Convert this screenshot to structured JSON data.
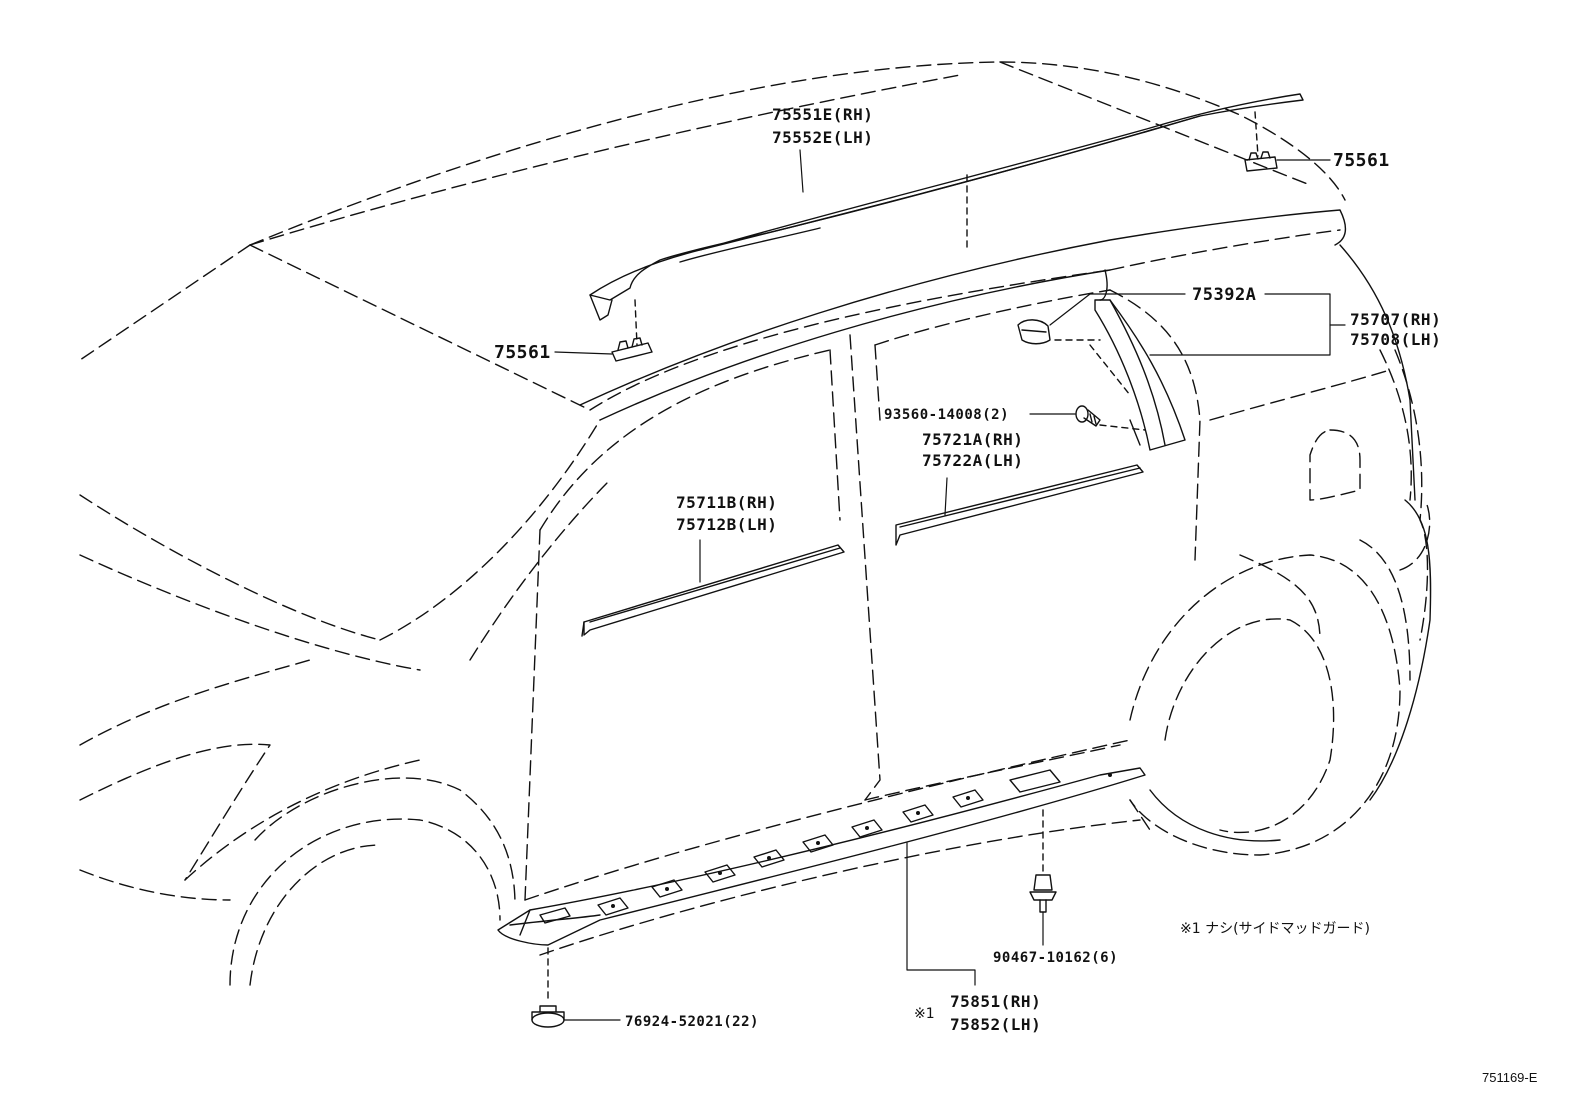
{
  "labels": {
    "rail_rh": "75551E(RH)",
    "rail_lh": "75552E(LH)",
    "cover_rear": "75561",
    "cover_front": "75561",
    "clip_pillar": "75392A",
    "pillar_rh": "75707(RH)",
    "pillar_lh": "75708(LH)",
    "screw": "93560-14008(2)",
    "rear_belt_rh": "75721A(RH)",
    "rear_belt_lh": "75722A(LH)",
    "front_belt_rh": "75711B(RH)",
    "front_belt_lh": "75712B(LH)",
    "clip_bottom": "90467-10162(6)",
    "rocker_mark": "※1",
    "rocker_rh": "75851(RH)",
    "rocker_lh": "75852(LH)",
    "nut": "76924-52021(22)",
    "footnote": "※1 ナシ(サイドマッドガード)"
  },
  "figure_code": "751169-E",
  "colors": {
    "line": "#111111",
    "background": "#ffffff"
  }
}
